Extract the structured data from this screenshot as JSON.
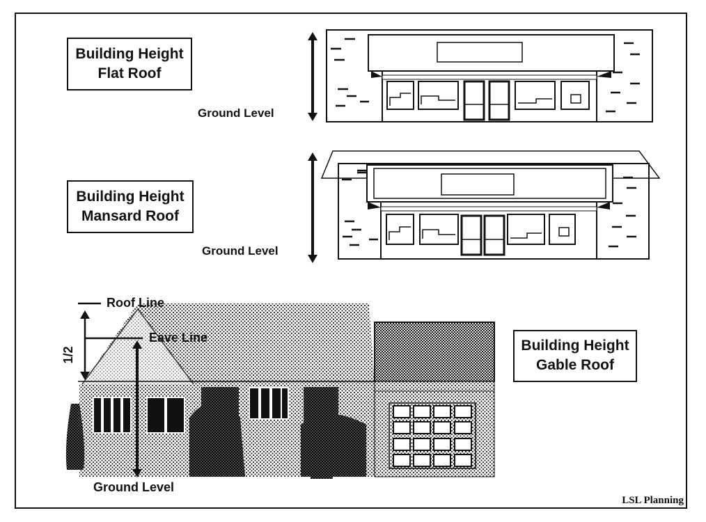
{
  "diagram": {
    "flat": {
      "title_line1": "Building Height",
      "title_line2": "Flat Roof",
      "ground_label": "Ground Level"
    },
    "mansard": {
      "title_line1": "Building Height",
      "title_line2": "Mansard Roof",
      "ground_label": "Ground Level"
    },
    "gable": {
      "title_line1": "Building Height",
      "title_line2": "Gable Roof",
      "roof_line_label": "Roof Line",
      "eave_line_label": "Eave Line",
      "half_label": "1/2",
      "ground_label": "Ground Level"
    },
    "credit": "LSL Planning"
  },
  "colors": {
    "ink": "#111111",
    "paper": "#ffffff"
  }
}
